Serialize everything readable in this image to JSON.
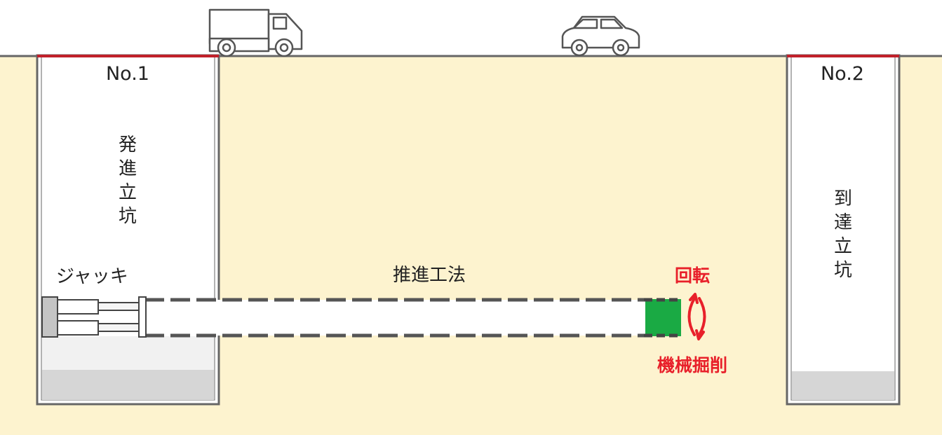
{
  "colors": {
    "ground": "#fdf3cf",
    "shaft_rim": "#c0202a",
    "cutter": "#1aaa44",
    "red_text": "#e8202a"
  },
  "shaft1": {
    "label": "No.1",
    "vertical_title": [
      "発",
      "進",
      "立",
      "坑"
    ]
  },
  "shaft2": {
    "label": "No.2",
    "vertical_title": [
      "到",
      "達",
      "立",
      "坑"
    ]
  },
  "jack_label": "ジャッキ",
  "method_label": "推進工法",
  "rotation_label": "回転",
  "excavation_label": "機械掘削",
  "icons": [
    "truck-icon",
    "car-icon",
    "rotation-arrow-icon"
  ]
}
